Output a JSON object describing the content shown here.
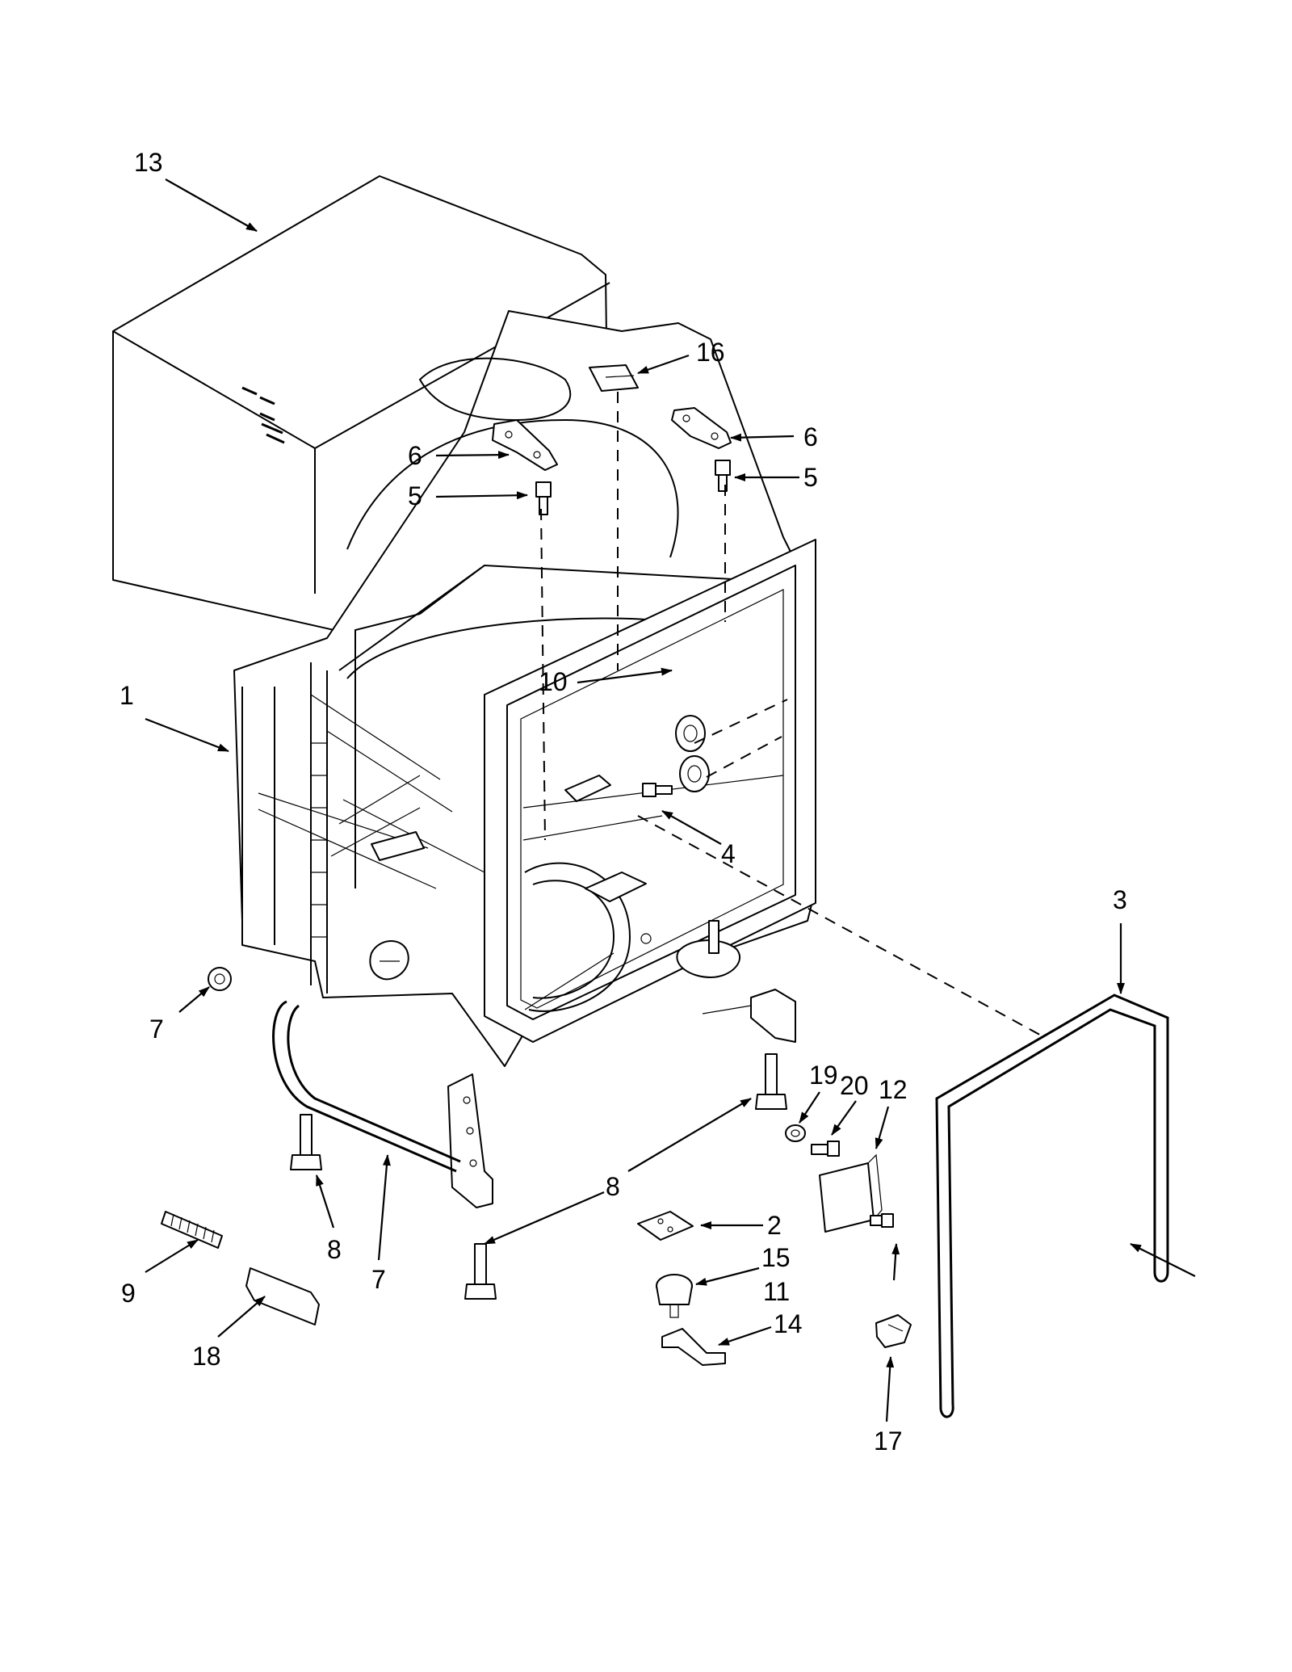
{
  "callouts": [
    {
      "id": "c1",
      "label": "1"
    },
    {
      "id": "c2",
      "label": "2"
    },
    {
      "id": "c3",
      "label": "3"
    },
    {
      "id": "c4",
      "label": "4"
    },
    {
      "id": "c5a",
      "label": "5"
    },
    {
      "id": "c5b",
      "label": "5"
    },
    {
      "id": "c6a",
      "label": "6"
    },
    {
      "id": "c6b",
      "label": "6"
    },
    {
      "id": "c7a",
      "label": "7"
    },
    {
      "id": "c7b",
      "label": "7"
    },
    {
      "id": "c8a",
      "label": "8"
    },
    {
      "id": "c8b",
      "label": "8"
    },
    {
      "id": "c9",
      "label": "9"
    },
    {
      "id": "c10",
      "label": "10"
    },
    {
      "id": "c11",
      "label": "11"
    },
    {
      "id": "c12",
      "label": "12"
    },
    {
      "id": "c13",
      "label": "13"
    },
    {
      "id": "c14",
      "label": "14"
    },
    {
      "id": "c15",
      "label": "15"
    },
    {
      "id": "c16",
      "label": "16"
    },
    {
      "id": "c17",
      "label": "17"
    },
    {
      "id": "c18",
      "label": "18"
    },
    {
      "id": "c19",
      "label": "19"
    },
    {
      "id": "c20",
      "label": "20"
    }
  ],
  "colors": {
    "line": "#000000",
    "background": "#ffffff"
  }
}
